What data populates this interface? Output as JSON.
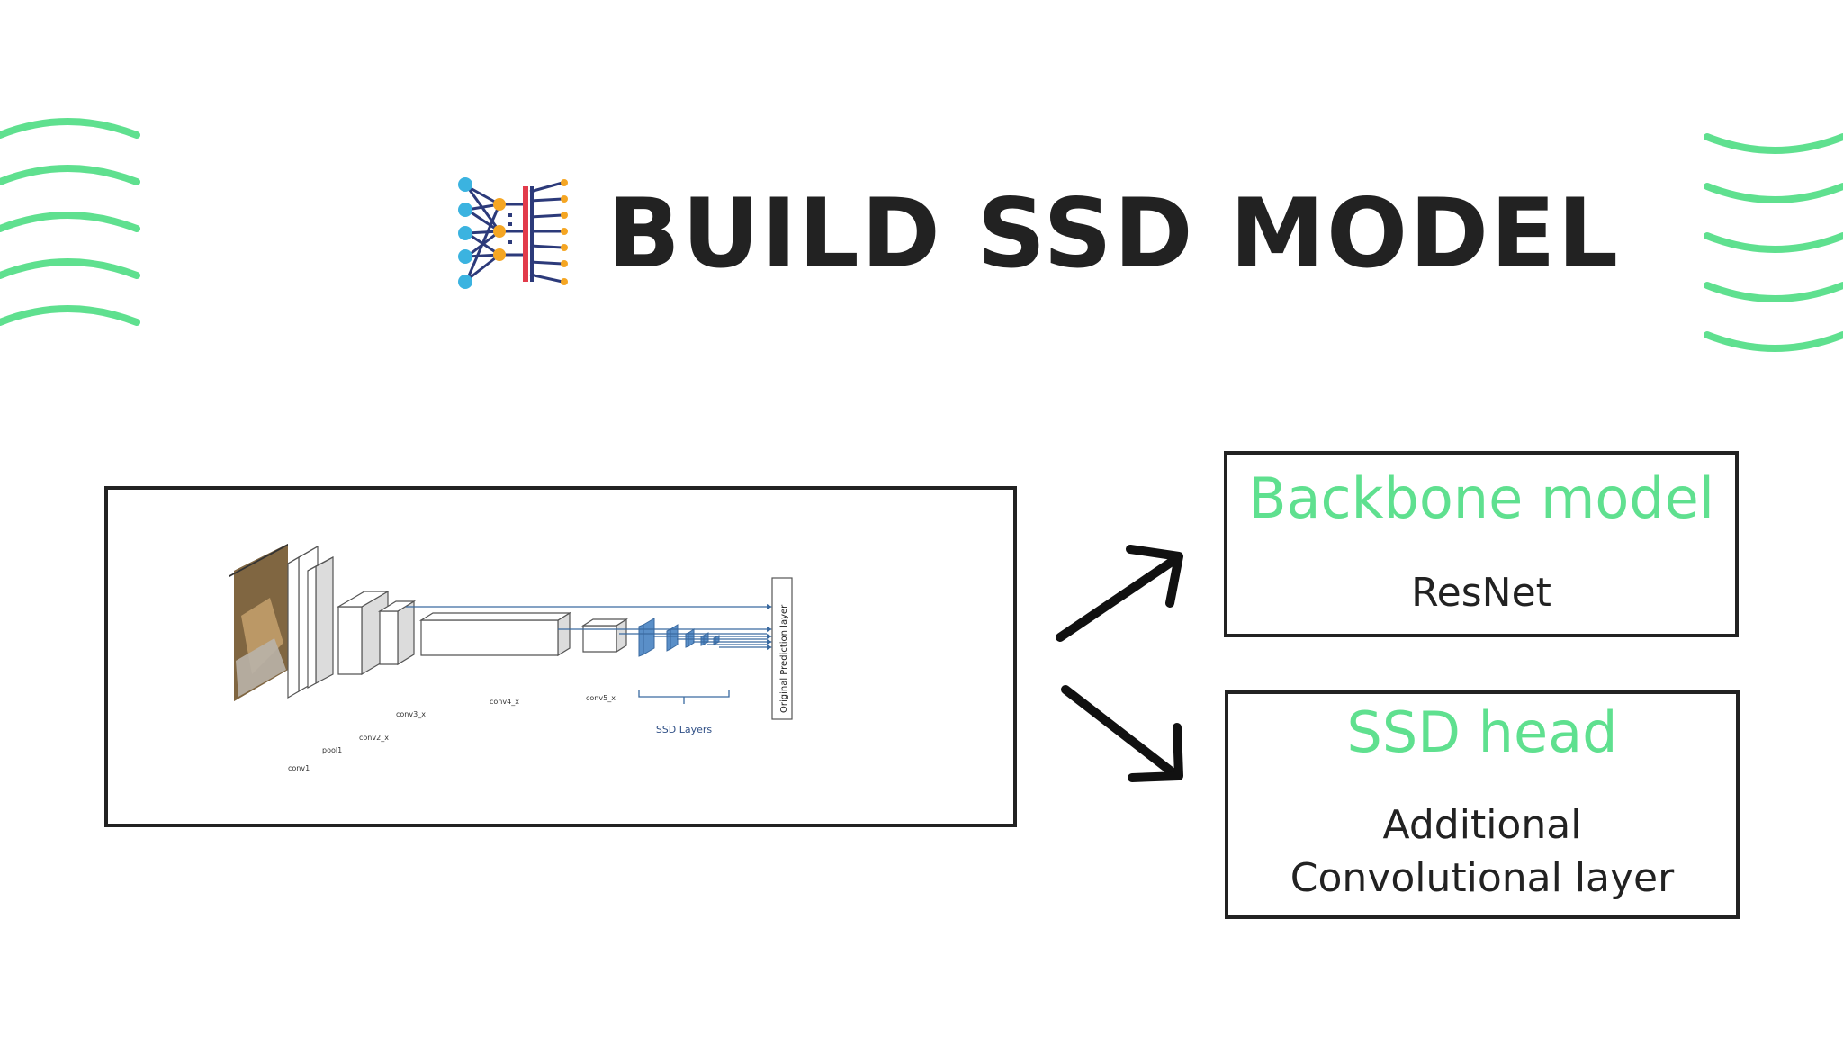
{
  "title": "BUILD SSD MODEL",
  "colors": {
    "accent_green": "#5fe08f",
    "text_dark": "#222222",
    "ssd_blue": "#5a8fc8"
  },
  "icons": {
    "logo": "neural-network-icon",
    "arrow_up": "arrow-up-right-icon",
    "arrow_down": "arrow-down-right-icon"
  },
  "architecture": {
    "labels": {
      "conv1": "conv1",
      "pool1": "pool1",
      "conv2": "conv2_x",
      "conv3": "conv3_x",
      "conv4": "conv4_x",
      "conv5": "conv5_x",
      "ssd_layers": "SSD Layers",
      "prediction_layer": "Original Prediction layer"
    }
  },
  "backbone": {
    "title": "Backbone model",
    "body": "ResNet"
  },
  "ssd_head": {
    "title": "SSD head",
    "body_line1": "Additional",
    "body_line2": "Convolutional layer"
  }
}
